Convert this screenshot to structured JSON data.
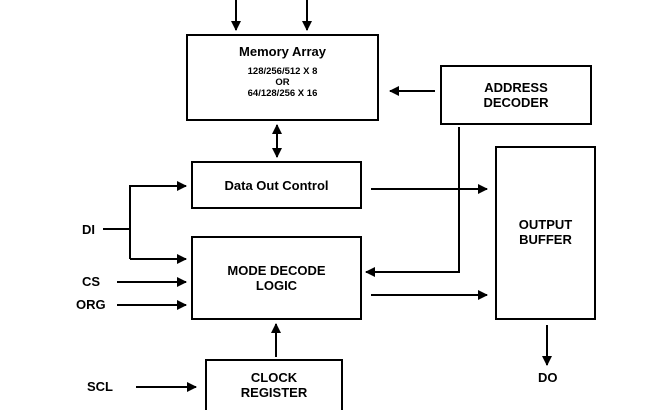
{
  "blocks": {
    "memory_array": {
      "title": "Memory Array",
      "line1": "128/256/512 X 8",
      "line2": "OR",
      "line3": "64/128/256 X 16"
    },
    "address_decoder": {
      "line1": "ADDRESS",
      "line2": "DECODER"
    },
    "data_out_control": {
      "title": "Data Out Control"
    },
    "mode_decode_logic": {
      "line1": "MODE DECODE",
      "line2": "LOGIC"
    },
    "output_buffer": {
      "line1": "OUTPUT",
      "line2": "BUFFER"
    },
    "clock_register": {
      "line1": "CLOCK",
      "line2": "REGISTER"
    }
  },
  "signals": {
    "di": "DI",
    "cs": "CS",
    "org": "ORG",
    "scl": "SCL",
    "do": "DO"
  }
}
